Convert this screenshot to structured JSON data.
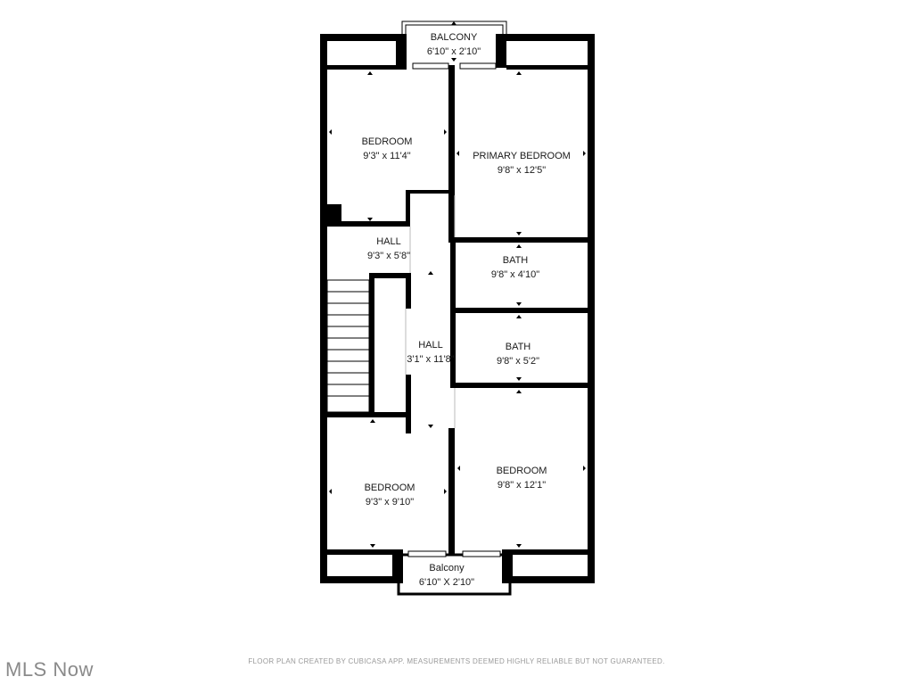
{
  "rooms": {
    "balcony_top": {
      "name": "BALCONY",
      "dims": "6'10\" x 2'10\""
    },
    "bedroom_top_left": {
      "name": "BEDROOM",
      "dims": "9'3\" x 11'4\""
    },
    "primary_bedroom": {
      "name": "PRIMARY BEDROOM",
      "dims": "9'8\" x 12'5\""
    },
    "hall_upper": {
      "name": "HALL",
      "dims": "9'3\" x 5'8\""
    },
    "bath_upper": {
      "name": "BATH",
      "dims": "9'8\" x 4'10\""
    },
    "hall_center": {
      "name": "HALL",
      "dims": "3'1\" x 11'8\""
    },
    "bath_lower": {
      "name": "BATH",
      "dims": "9'8\" x 5'2\""
    },
    "bedroom_bottom_right": {
      "name": "BEDROOM",
      "dims": "9'8\" x 12'1\""
    },
    "bedroom_bottom_left": {
      "name": "BEDROOM",
      "dims": "9'3\" x 9'10\""
    },
    "balcony_bottom": {
      "name": "Balcony",
      "dims": "6'10\" X 2'10\""
    }
  },
  "footer": {
    "disclaimer": "FLOOR PLAN CREATED BY CUBICASA APP. MEASUREMENTS DEEMED HIGHLY RELIABLE BUT NOT GUARANTEED."
  },
  "watermark": {
    "text": "MLS Now"
  },
  "colors": {
    "wall": "#000000",
    "background": "#ffffff",
    "label": "#1a1a1a",
    "footer": "#9a9a9a"
  }
}
